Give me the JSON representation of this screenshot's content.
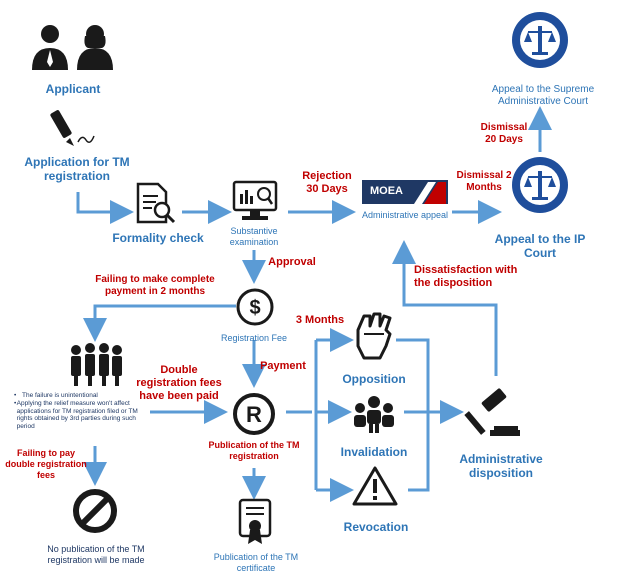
{
  "nodes": {
    "applicant": "Applicant",
    "application": "Application for TM registration",
    "formality_check": "Formality check",
    "substantive_exam": "Substantive examination",
    "moea_logo": "MOEA",
    "admin_appeal": "Administrative appeal",
    "appeal_ip_court": "Appeal to the IP Court",
    "appeal_supreme": "Appeal to the Supreme Administrative Court",
    "registration_fee": "Registration Fee",
    "publication_registration": "Publication of the TM registration",
    "publication_certificate": "Publication of the TM certificate",
    "opposition": "Opposition",
    "invalidation": "Invalidation",
    "revocation": "Revocation",
    "admin_disposition": "Administrative disposition",
    "no_publication": "No publication of the TM registration will be made"
  },
  "edges": {
    "rejection": "Rejection 30 Days",
    "dismissal_2m": "Dismissal 2 Months",
    "dismissal_20d": "Dismissal 20 Days",
    "approval": "Approval",
    "failing_payment": "Failing to make complete payment in 2 months",
    "three_months": "3 Months",
    "payment": "Payment",
    "double_fees": "Double registration fees have been paid",
    "failing_double": "Failing to pay double registration fees",
    "dissatisfaction": "Dissatisfaction with the disposition"
  },
  "relief_notes": [
    "The failure is unintentional",
    "Applying the relief measure won't affect applications for TM registration filed or TM rights obtained by 3rd parties during such period"
  ],
  "colors": {
    "node_text": "#2e75b6",
    "edge_text": "#c00000",
    "arrow": "#5b9bd5",
    "icon": "#1a1a1a",
    "court_seal": "#1f4e9c"
  },
  "icons": {
    "applicant": "people-icon",
    "application": "pen-signature-icon",
    "formality_check": "document-search-icon",
    "substantive_exam": "monitor-search-icon",
    "ip_court": "court-seal-icon",
    "supreme_court": "court-seal-icon",
    "registration_fee": "dollar-circle-icon",
    "publication": "registered-mark-icon",
    "certificate": "certificate-icon",
    "opposition": "fist-icon",
    "invalidation": "group-icon",
    "revocation": "warning-icon",
    "disposition": "gavel-icon",
    "group_relief": "crowd-icon",
    "no_publication": "prohibited-icon"
  }
}
